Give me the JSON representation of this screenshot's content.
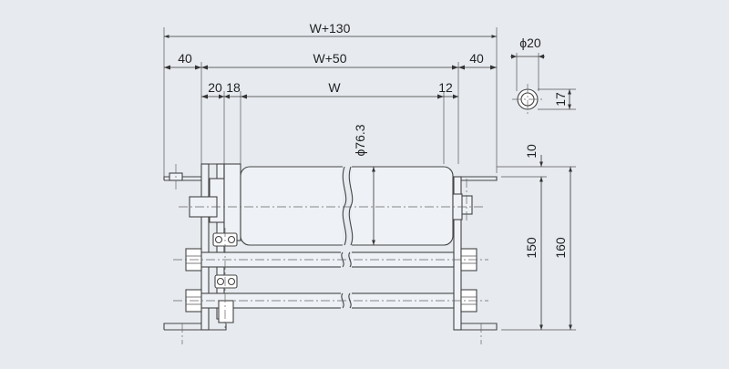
{
  "colors": {
    "background": "#e7ebf0",
    "line": "#333333",
    "part_fill": "#eef1f5"
  },
  "dimensions": {
    "overall_width": "W+130",
    "frame_width": "W+50",
    "left_offset": "40",
    "right_offset": "40",
    "roller_width": "W",
    "left_gap_a": "20",
    "left_gap_b": "18",
    "right_gap": "12",
    "roller_diameter": "ϕ76.3",
    "shaft_diameter": "ϕ20",
    "shaft_flat": "17",
    "top_offset": "10",
    "mid_height": "150",
    "total_height": "160"
  }
}
